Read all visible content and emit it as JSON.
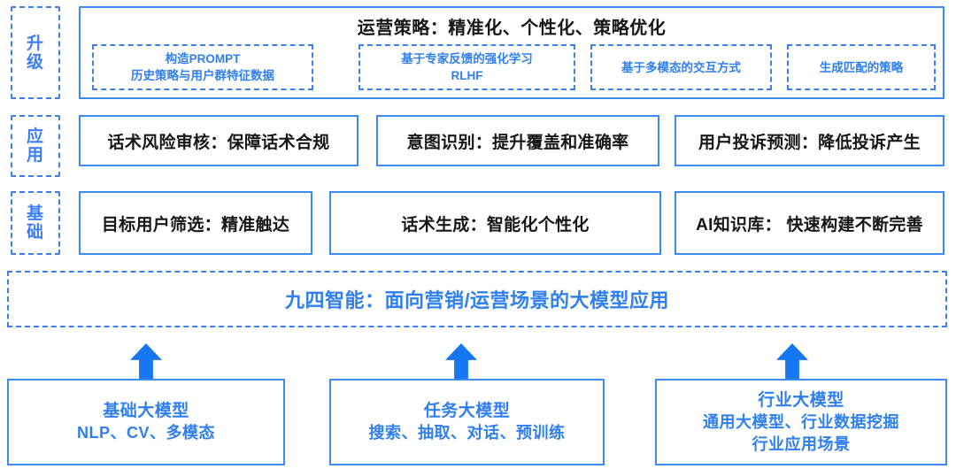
{
  "theme": {
    "accent_blue": "#3d8bf2",
    "dash_blue": "#3d7ff2",
    "text_blue": "#2f7ff0",
    "arrow_blue": "#1677f5",
    "text_black": "#161616",
    "background": "#ffffff"
  },
  "stages": [
    {
      "id": "upgrade",
      "chars": [
        "升",
        "级"
      ],
      "label": "升级"
    },
    {
      "id": "application",
      "chars": [
        "应",
        "用"
      ],
      "label": "应用"
    },
    {
      "id": "foundation",
      "chars": [
        "基",
        "础"
      ],
      "label": "基础"
    }
  ],
  "upgrade_row": {
    "title": "运营策略：精准化、个性化、策略优化",
    "items": [
      {
        "lines": [
          "构造PROMPT",
          "历史策略与用户群特征数据"
        ]
      },
      {
        "lines": [
          "基于专家反馈的强化学习",
          "RLHF"
        ]
      },
      {
        "lines": [
          "基于多模态的交互方式"
        ]
      },
      {
        "lines": [
          "生成匹配的策略"
        ]
      }
    ]
  },
  "application_row": {
    "items": [
      {
        "label": "话术风险审核：保障话术合规"
      },
      {
        "label": "意图识别：提升覆盖和准确率"
      },
      {
        "label": "用户投诉预测：降低投诉产生"
      }
    ]
  },
  "foundation_row": {
    "items": [
      {
        "label": "目标用户筛选：精准触达"
      },
      {
        "label": "话术生成：智能化个性化"
      },
      {
        "label": "AI知识库： 快速构建不断完善"
      }
    ]
  },
  "banner": {
    "text": "九四智能：面向营销/运营场景的大模型应用"
  },
  "models": [
    {
      "id": "foundation-model",
      "title": "基础大模型",
      "lines": [
        "NLP、CV、多模态"
      ],
      "arrow": "up-arrow"
    },
    {
      "id": "task-model",
      "title": "任务大模型",
      "lines": [
        "搜索、抽取、对话、预训练"
      ],
      "arrow": "up-arrow"
    },
    {
      "id": "industry-model",
      "title": "行业大模型",
      "lines": [
        "通用大模型、行业数据挖掘",
        "行业应用场景"
      ],
      "arrow": "up-arrow"
    }
  ]
}
